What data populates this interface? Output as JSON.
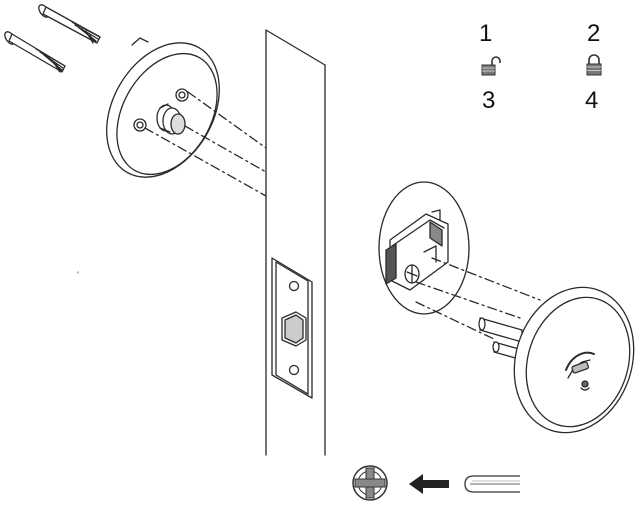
{
  "legend": {
    "items": [
      {
        "number": "1",
        "icon": "unlocked-padlock-icon"
      },
      {
        "number": "2",
        "icon": "locked-padlock-icon"
      },
      {
        "number": "3"
      },
      {
        "number": "4"
      }
    ]
  },
  "icons": {
    "driver": "phillips-screwdriver-tip-icon",
    "arrow": "left-arrow-icon",
    "flat_tool": "flat-tool-icon"
  },
  "colors": {
    "line": "#2a2a2a",
    "fill": "#ffffff",
    "shade": "#9a9a9a"
  }
}
